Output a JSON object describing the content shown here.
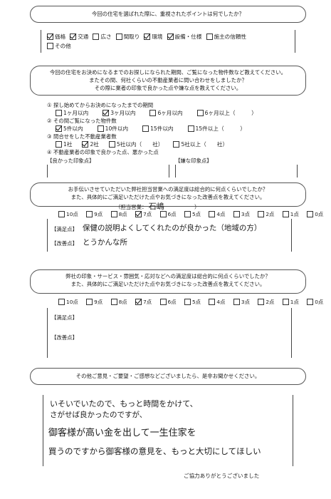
{
  "q1": {
    "title": "今回の住宅を選ばれた際に、重視されたポイントは何でしたか？",
    "options_row1": [
      "価格",
      "交通",
      "広さ",
      "間取り",
      "環境",
      "設備・仕様",
      "施主の信頼性"
    ],
    "options_row2": [
      "その他"
    ],
    "checked": [
      0,
      1,
      4,
      5
    ]
  },
  "q2": {
    "line1": "今回の住宅をお決めになるまでのお探しになられた期間、ご覧になった物件数など教えてください。",
    "line2": "またその間、何社くらいの不動産業者に問い合わせをしましたか？",
    "line3": "その際に業者の印象で良かった点や嫌な点を教えてください。",
    "sub1": "① 探し始めてからお決めになったまでの期間",
    "period": [
      "1ヶ月以内",
      "3ヶ月以内",
      "6ヶ月以内",
      "6ヶ月以上（　　　）"
    ],
    "sub2": "② その間ご覧になった物件数",
    "count": [
      "5件以内",
      "10件以内",
      "15件以内",
      "15件以上（　　　）"
    ],
    "sub3": "③ 問合せをした不動産業者数",
    "agents": [
      "1社",
      "2社",
      "5社以内（　　社）",
      "5社以上（　　社）"
    ],
    "sub4": "④ 不動産業者の印象で良かった点、悪かった点",
    "good_label": "【良かった印象点】",
    "bad_label": "【嫌な印象点】"
  },
  "q3": {
    "line1": "お手伝いさせていただいた弊社担当営業への満足度は総合的に何点くらいでしたか？",
    "line2": "また、具体的にご満足いただけた点やお気づきになった改善点を教えてください。",
    "staff_label_open": "（担当営業：",
    "staff_name": "石嶋",
    "staff_label_close": "）",
    "scores": [
      "10点",
      "9点",
      "8点",
      "7点",
      "6点",
      "5点",
      "4点",
      "3点",
      "2点",
      "1点",
      "0点"
    ],
    "checked_score": 3,
    "satisfied_label": "【満足点】",
    "satisfied_text": "保健の説明よくしてくれたのが良かった（地域の方）",
    "improve_label": "【改善点】",
    "improve_text": "とうかんな所"
  },
  "q4": {
    "line1": "弊社の印象・サービス・雰囲気・応対などへの満足度は総合的に何点くらいでしたか？",
    "line2": "また、具体的にご満足いただけた点やお気づきになった改善点を教えてください。",
    "scores": [
      "10点",
      "9点",
      "8点",
      "7点",
      "6点",
      "5点",
      "4点",
      "3点",
      "2点",
      "1点",
      "0点"
    ],
    "checked_score": 3,
    "satisfied_label": "【満足点】",
    "improve_label": "【改善点】"
  },
  "q5": {
    "title": "その他ご意見・ご要望・ご感想などございましたら、是非お聞かせください。",
    "hand_line1": "いそいでいたので、もっと時間をかけて、",
    "hand_line2": "さがせば良かったのですが、",
    "hand_line3": "御客様が高い金を出して一生住家を",
    "hand_line4": "買うのですから御客様の意見を、もっと大切にしてほしい",
    "thanks": "ご協力ありがとうございました"
  }
}
